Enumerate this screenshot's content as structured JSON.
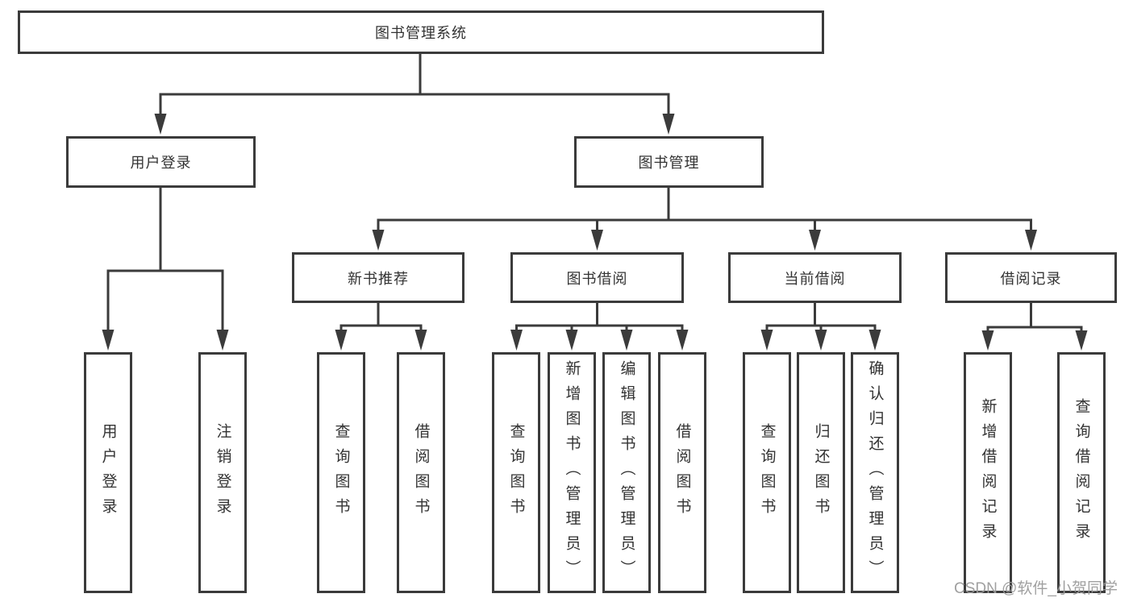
{
  "tree": {
    "label": "图书管理系统",
    "children": [
      {
        "label": "用户登录",
        "children": [
          {
            "label": "用户登录"
          },
          {
            "label": "注销登录"
          }
        ]
      },
      {
        "label": "图书管理",
        "children": [
          {
            "label": "新书推荐",
            "children": [
              {
                "label": "查询图书"
              },
              {
                "label": "借阅图书"
              }
            ]
          },
          {
            "label": "图书借阅",
            "children": [
              {
                "label": "查询图书"
              },
              {
                "label": "新增图书（管理员）"
              },
              {
                "label": "编辑图书（管理员）"
              },
              {
                "label": "借阅图书"
              }
            ]
          },
          {
            "label": "当前借阅",
            "children": [
              {
                "label": "查询图书"
              },
              {
                "label": "归还图书"
              },
              {
                "label": "确认归还（管理员）"
              }
            ]
          },
          {
            "label": "借阅记录",
            "children": [
              {
                "label": "新增借阅记录"
              },
              {
                "label": "查询借阅记录"
              }
            ]
          }
        ]
      }
    ]
  },
  "watermark": {
    "text": "CSDN @软件_小贺同学"
  },
  "colors": {
    "line": "#3b3b3b",
    "text": "#333333",
    "watermark": "#9b9b9b",
    "background": "#ffffff"
  }
}
